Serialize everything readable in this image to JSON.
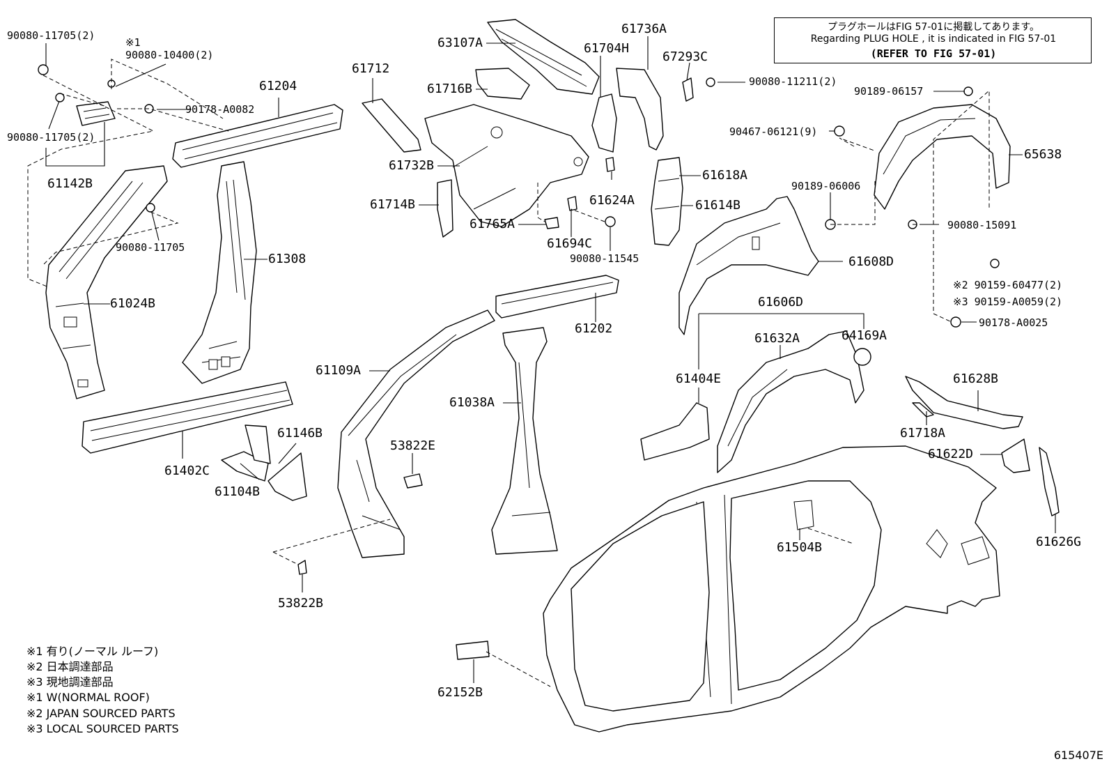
{
  "note": {
    "line1": "プラグホールはFIG 57-01に掲載してあります。",
    "line2": "Regarding PLUG HOLE , it is indicated in FIG 57-01",
    "line3": "(REFER TO FIG 57-01)"
  },
  "labels": {
    "p90080_11705_2a": "90080-11705(2)",
    "mark1": "※1",
    "p90080_10400": "90080-10400(2)",
    "p61204": "61204",
    "p90178_A0082": "90178-A0082",
    "p90080_11705_2b": "90080-11705(2)",
    "p61142B": "61142B",
    "p90080_11705": "90080-11705",
    "p61024B": "61024B",
    "p61308": "61308",
    "p61402C": "61402C",
    "p61146B": "61146B",
    "p61104B": "61104B",
    "p61712": "61712",
    "p63107A": "63107A",
    "p61716B": "61716B",
    "p61732B": "61732B",
    "p61714B": "61714B",
    "p61765A": "61765A",
    "p61694C": "61694C",
    "p61704H": "61704H",
    "p61736A": "61736A",
    "p67293C": "67293C",
    "p90080_11211": "90080-11211(2)",
    "p61624A": "61624A",
    "p61618A": "61618A",
    "p61614B": "61614B",
    "p90080_11545": "90080-11545",
    "p61202": "61202",
    "p61109A": "61109A",
    "p61038A": "61038A",
    "p53822E": "53822E",
    "p53822B": "53822B",
    "p62152B": "62152B",
    "p90189_06157": "90189-06157",
    "p90467_06121": "90467-06121(9)",
    "p65638": "65638",
    "p90189_06006": "90189-06006",
    "p90080_15091": "90080-15091",
    "p61608D": "61608D",
    "p90159_60477": "※2  90159-60477(2)",
    "p90159_A0059": "※3  90159-A0059(2)",
    "p90178_A0025": "90178-A0025",
    "p61606D": "61606D",
    "p61632A": "61632A",
    "p64169A": "64169A",
    "p61404E": "61404E",
    "p61628B": "61628B",
    "p61718A": "61718A",
    "p61622D": "61622D",
    "p61626G": "61626G",
    "p61504B": "61504B"
  },
  "legend": [
    "※1 有り(ノーマル ルーフ)",
    "※2 日本調達部品",
    "※3 現地調達部品",
    "※1 W(NORMAL ROOF)",
    "※2 JAPAN SOURCED PARTS",
    "※3 LOCAL SOURCED PARTS"
  ],
  "figure_code": "615407E"
}
